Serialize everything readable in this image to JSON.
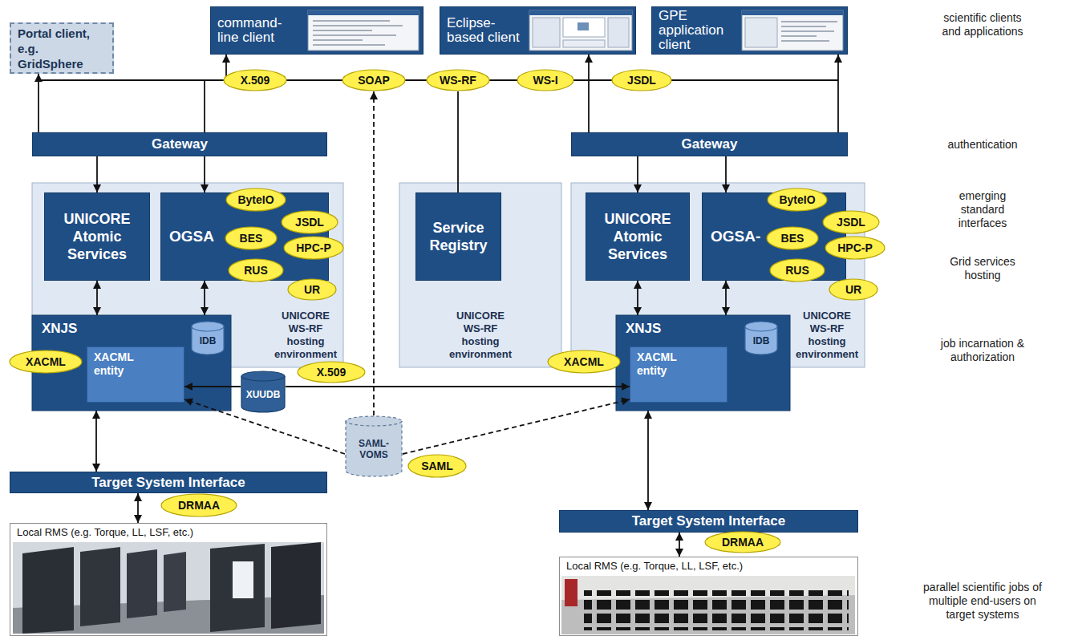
{
  "diagram": {
    "nodes": [
      {
        "text": [
          "Portal client, e.g. GridSphere"
        ]
      },
      {
        "text": [
          "command-line client"
        ]
      },
      {
        "text": [
          "Eclipse-based client"
        ]
      },
      {
        "text": [
          "GPE application client"
        ]
      },
      {
        "text": [
          "X.509"
        ]
      },
      {
        "text": [
          "SOAP"
        ]
      },
      {
        "text": [
          "WS-RF"
        ]
      },
      {
        "text": [
          "WS-I"
        ]
      },
      {
        "text": [
          "JSDL"
        ]
      },
      {
        "text": [
          "Gateway"
        ]
      },
      {
        "text": [
          "Gateway"
        ]
      },
      {
        "text": [
          "UNICORE WS-RF hosting environment"
        ]
      },
      {
        "text": [
          "UNICORE Atomic Services"
        ],
        "in": 11
      },
      {
        "text": [
          "OGSA"
        ],
        "in": 11
      },
      {
        "text": [
          "ByteIO"
        ],
        "in": 13
      },
      {
        "text": [
          "JSDL"
        ],
        "in": 13
      },
      {
        "text": [
          "BES"
        ],
        "in": 13
      },
      {
        "text": [
          "HPC-P"
        ],
        "in": 13
      },
      {
        "text": [
          "RUS"
        ],
        "in": 13
      },
      {
        "text": [
          "UR"
        ],
        "in": 13
      },
      {
        "text": [
          "UNICORE WS-RF hosting environment"
        ]
      },
      {
        "text": [
          "Service Registry"
        ],
        "in": 20
      },
      {
        "text": [
          "UNICORE WS-RF hosting environment"
        ]
      },
      {
        "text": [
          "UNICORE Atomic Services"
        ],
        "in": 22
      },
      {
        "text": [
          "OGSA-"
        ],
        "in": 22
      },
      {
        "text": [
          "ByteIO"
        ],
        "in": 24
      },
      {
        "text": [
          "JSDL"
        ],
        "in": 24
      },
      {
        "text": [
          "BES"
        ],
        "in": 24
      },
      {
        "text": [
          "HPC-P"
        ],
        "in": 24
      },
      {
        "text": [
          "RUS"
        ],
        "in": 24
      },
      {
        "text": [
          "UR"
        ],
        "in": 24
      },
      {
        "text": [
          "XNJS"
        ]
      },
      {
        "text": [
          "IDB"
        ],
        "in": 31
      },
      {
        "text": [
          "XACML entity"
        ],
        "in": 31
      },
      {
        "text": [
          "XACML"
        ]
      },
      {
        "text": [
          "XUUDB"
        ]
      },
      {
        "text": [
          "X.509"
        ]
      },
      {
        "text": [
          "SAML-VOMS"
        ]
      },
      {
        "text": [
          "SAML"
        ]
      },
      {
        "text": [
          "XNJS"
        ]
      },
      {
        "text": [
          "IDB"
        ],
        "in": 39
      },
      {
        "text": [
          "XACML entity"
        ],
        "in": 39
      },
      {
        "text": [
          "XACML"
        ]
      },
      {
        "text": [
          "Target System Interface"
        ]
      },
      {
        "text": [
          "DRMAA"
        ]
      },
      {
        "text": [
          "Local RMS (e.g. Torque, LL, LSF, etc.)"
        ]
      },
      {
        "text": [
          "Target System Interface"
        ]
      },
      {
        "text": [
          "DRMAA"
        ]
      },
      {
        "text": [
          "Local RMS (e.g. Torque, LL, LSF, etc.)"
        ]
      }
    ],
    "edges": [
      {
        "from": 9,
        "to": 0,
        "arrow": "to"
      },
      {
        "from": 9,
        "to": 1,
        "arrow": "to"
      },
      {
        "from": 10,
        "to": 2,
        "arrow": "to"
      },
      {
        "from": 10,
        "to": 3,
        "arrow": "to"
      },
      {
        "from": 9,
        "to": 12,
        "arrow": "to"
      },
      {
        "from": 9,
        "to": 13,
        "arrow": "to"
      },
      {
        "from": 10,
        "to": 23,
        "arrow": "to"
      },
      {
        "from": 10,
        "to": 24,
        "arrow": "to"
      },
      {
        "from": 6,
        "to": 21,
        "arrow": "none"
      },
      {
        "from": 12,
        "to": 31,
        "arrow": "both"
      },
      {
        "from": 13,
        "to": 31,
        "arrow": "both"
      },
      {
        "from": 23,
        "to": 39,
        "arrow": "both"
      },
      {
        "from": 24,
        "to": 39,
        "arrow": "both"
      },
      {
        "from": 31,
        "to": 43,
        "arrow": "both"
      },
      {
        "from": 39,
        "to": 46,
        "arrow": "both"
      },
      {
        "from": 43,
        "to": 45,
        "arrow": "both"
      },
      {
        "from": 46,
        "to": 48,
        "arrow": "both"
      },
      {
        "from": 35,
        "to": 33,
        "arrow": "to"
      },
      {
        "from": 35,
        "to": 41,
        "arrow": "to"
      },
      {
        "from": 37,
        "to": 33,
        "arrow": "to"
      },
      {
        "from": 37,
        "to": 41,
        "arrow": "to"
      },
      {
        "from": 37,
        "to": 5,
        "arrow": "to"
      }
    ],
    "labels": [
      "scientific clients and applications",
      "authentication",
      "emerging standard interfaces",
      "Grid services hosting",
      "job incarnation & authorization",
      "parallel scientific jobs of multiple end-users on target systems"
    ]
  }
}
